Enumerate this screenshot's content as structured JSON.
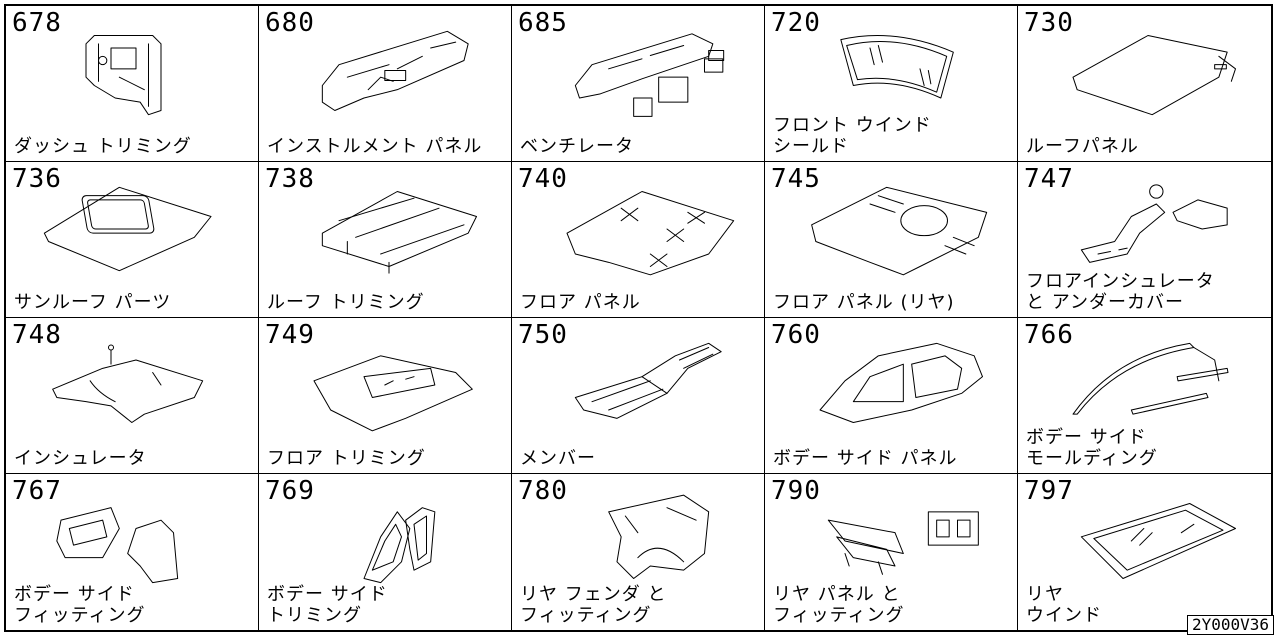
{
  "cells": [
    {
      "code": "678",
      "label": "ダッシュ トリミング",
      "icon": "dash-trim"
    },
    {
      "code": "680",
      "label": "インストルメント パネル",
      "icon": "instrument-panel"
    },
    {
      "code": "685",
      "label": "ベンチレータ",
      "icon": "ventilator"
    },
    {
      "code": "720",
      "label": "フロント ウインド\nシールド",
      "icon": "windshield"
    },
    {
      "code": "730",
      "label": "ルーフパネル",
      "icon": "roof-panel"
    },
    {
      "code": "736",
      "label": "サンルーフ パーツ",
      "icon": "sunroof"
    },
    {
      "code": "738",
      "label": "ルーフ トリミング",
      "icon": "roof-trim"
    },
    {
      "code": "740",
      "label": "フロア パネル",
      "icon": "floor-panel"
    },
    {
      "code": "745",
      "label": "フロア パネル (リヤ)",
      "icon": "rear-floor-panel"
    },
    {
      "code": "747",
      "label": "フロアインシュレータ\nと アンダーカバー",
      "icon": "insulator-undercover"
    },
    {
      "code": "748",
      "label": "インシュレータ",
      "icon": "insulator"
    },
    {
      "code": "749",
      "label": "フロア トリミング",
      "icon": "floor-trim"
    },
    {
      "code": "750",
      "label": "メンバー",
      "icon": "member"
    },
    {
      "code": "760",
      "label": "ボデー サイド パネル",
      "icon": "body-side-panel"
    },
    {
      "code": "766",
      "label": "ボデー サイド\nモールディング",
      "icon": "side-molding"
    },
    {
      "code": "767",
      "label": "ボデー サイド\nフィッティング",
      "icon": "side-fitting"
    },
    {
      "code": "769",
      "label": "ボデー サイド\nトリミング",
      "icon": "side-trim"
    },
    {
      "code": "780",
      "label": "リヤ フェンダ と\nフィッティング",
      "icon": "rear-fender"
    },
    {
      "code": "790",
      "label": "リヤ パネル と\nフィッティング",
      "icon": "rear-panel"
    },
    {
      "code": "797",
      "label": "リヤ\nウインド",
      "icon": "rear-window"
    }
  ],
  "reference": "2Y000V36"
}
